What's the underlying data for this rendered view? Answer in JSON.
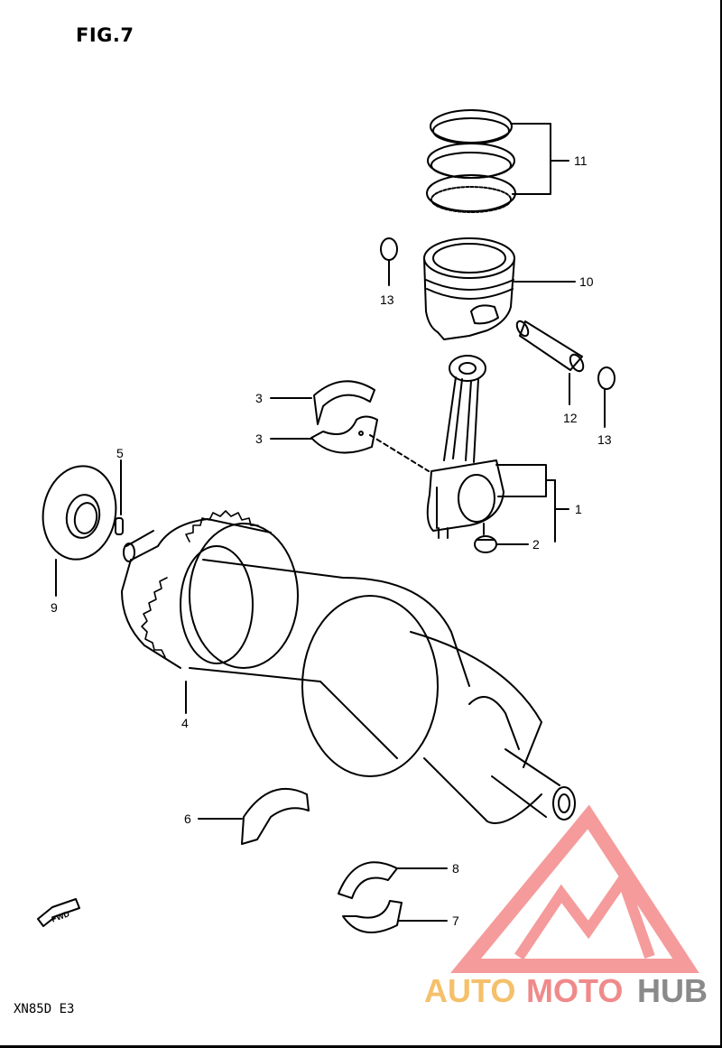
{
  "figure": {
    "title": "FIG.7",
    "model_code": "XN85D E3"
  },
  "callouts": [
    "11",
    "10",
    "13",
    "3",
    "3",
    "12",
    "13",
    "5",
    "1",
    "2",
    "9",
    "4",
    "6",
    "8",
    "7"
  ],
  "fwd_label": "FWD",
  "watermark": {
    "parts": [
      "AUTO",
      "MOTO",
      "HUB"
    ],
    "colors": {
      "auto": "#f5c06a",
      "moto": "#f08a8a",
      "hub": "#8a8a8a",
      "logo": "#f27a7a"
    }
  }
}
